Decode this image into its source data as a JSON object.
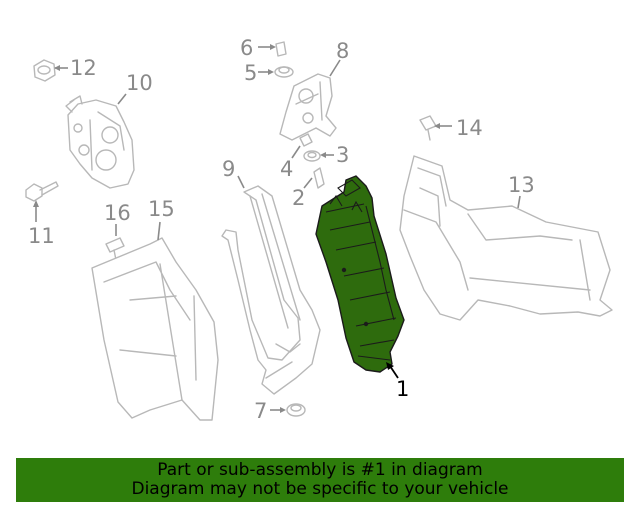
{
  "callouts": {
    "c1": "1",
    "c2": "2",
    "c3": "3",
    "c4": "4",
    "c5": "5",
    "c6": "6",
    "c7": "7",
    "c8": "8",
    "c9": "9",
    "c10": "10",
    "c11": "11",
    "c12": "12",
    "c13": "13",
    "c14": "14",
    "c15": "15",
    "c16": "16"
  },
  "highlight_color": "#2e6b0d",
  "banner": {
    "line1": "Part or sub-assembly is #1 in diagram",
    "line2": "Diagram may not be specific to your vehicle",
    "color": "#2e7d0b"
  }
}
